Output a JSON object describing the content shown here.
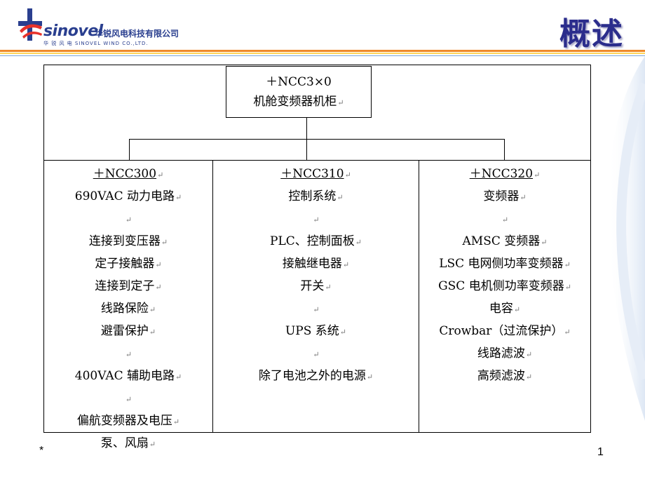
{
  "header": {
    "brand": "sinovel",
    "company_cn": "华锐风电科技有限公司",
    "company_en": "华 锐 风 电  SINOVEL WIND CO.,LTD.",
    "title": "概述"
  },
  "root": {
    "line1": "＋NCC3×0",
    "line2": "机舱变频器机柜"
  },
  "columns": [
    {
      "heading": "＋NCC300",
      "lines": [
        "690VAC 动力电路",
        "",
        "连接到变压器",
        "定子接触器",
        "连接到定子",
        "线路保险",
        "避雷保护",
        "",
        "400VAC 辅助电路",
        "",
        "偏航变频器及电压",
        "泵、风扇"
      ]
    },
    {
      "heading": "＋NCC310",
      "lines": [
        "控制系统",
        "",
        "PLC、控制面板",
        "接触继电器",
        "开关",
        "",
        "UPS 系统",
        "",
        "除了电池之外的电源"
      ]
    },
    {
      "heading": "＋NCC320",
      "lines": [
        "变频器",
        "",
        "AMSC 变频器",
        "LSC 电网侧功率变频器",
        "GSC 电机侧功率变频器",
        "电容",
        "Crowbar（过流保护）",
        "线路滤波",
        "高频滤波"
      ]
    }
  ],
  "footer": {
    "star": "*",
    "page_number": "1"
  },
  "colors": {
    "title": "#2b2d8c",
    "brand": "#2a3f8f",
    "accent_orange": "#ef8a2a",
    "accent_yellow": "#ffd65a"
  }
}
